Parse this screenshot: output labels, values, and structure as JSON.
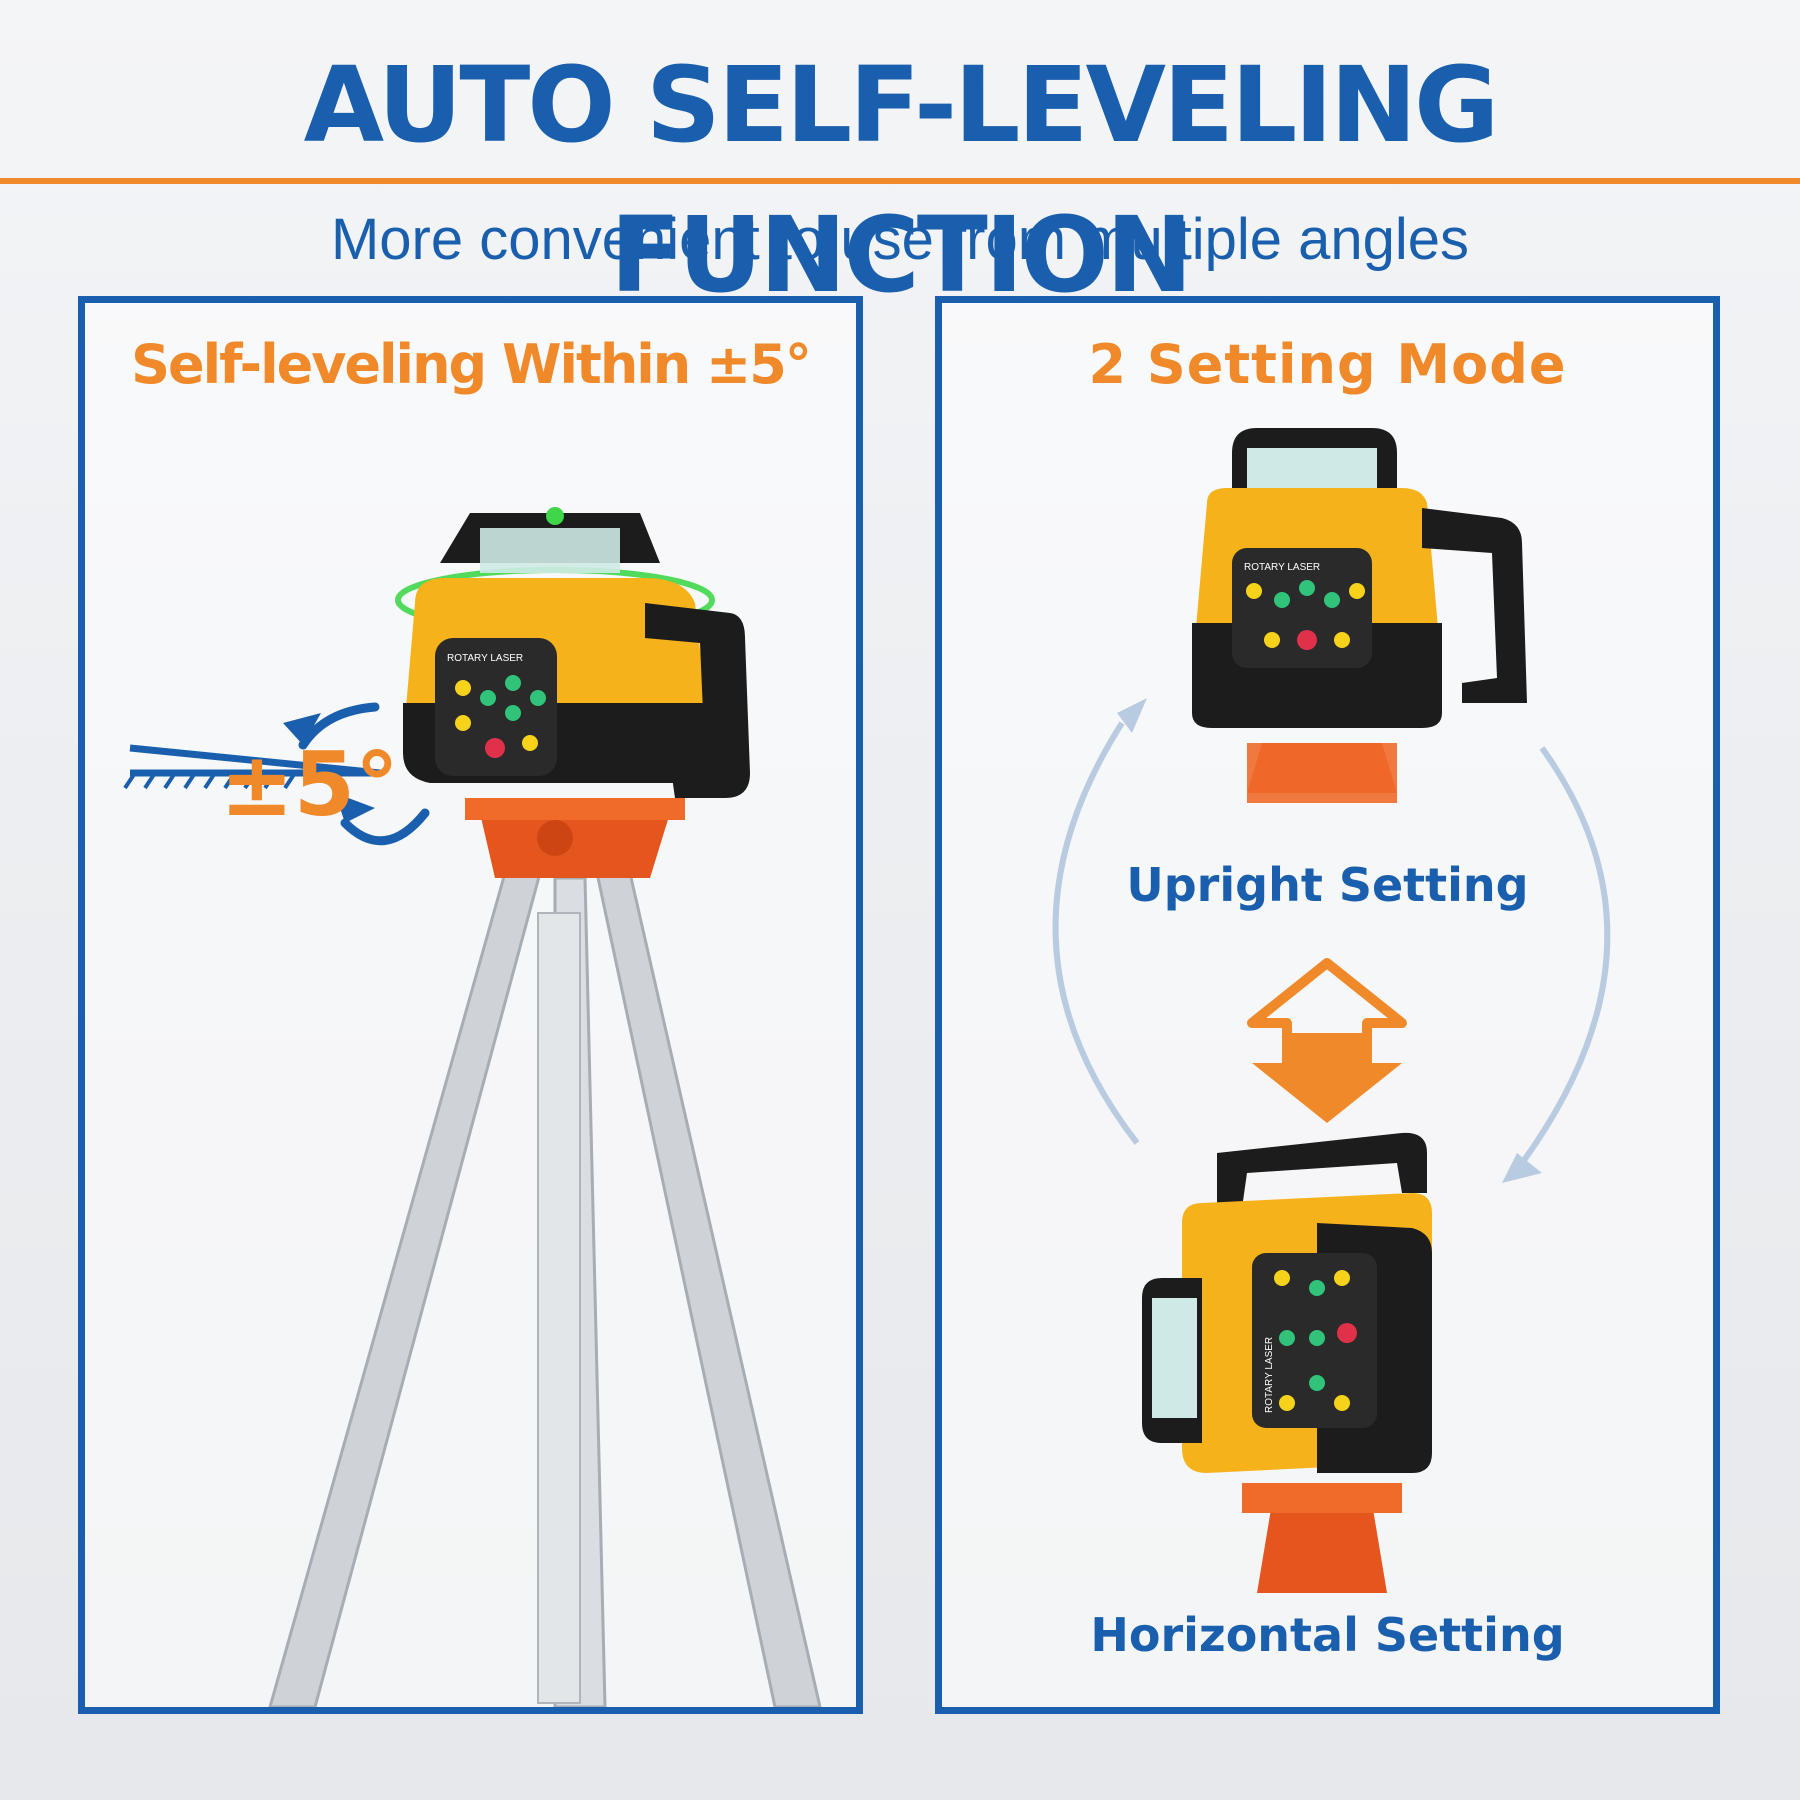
{
  "header": {
    "title": "AUTO SELF-LEVELING FUNCTION",
    "subtitle": "More convenient to use from multiple angles"
  },
  "left_panel": {
    "title": "Self-leveling Within ±5°",
    "tilt_label": "±5°",
    "device_label": "ROTARY LASER"
  },
  "right_panel": {
    "title": "2 Setting Mode",
    "upright_label": "Upright Setting",
    "horizontal_label": "Horizontal Setting",
    "device_label": "ROTARY LASER"
  },
  "colors": {
    "brand_blue": "#1a5fad",
    "accent_orange": "#f0892a",
    "device_yellow": "#f6b21a",
    "laser_green": "#3fd64a"
  }
}
